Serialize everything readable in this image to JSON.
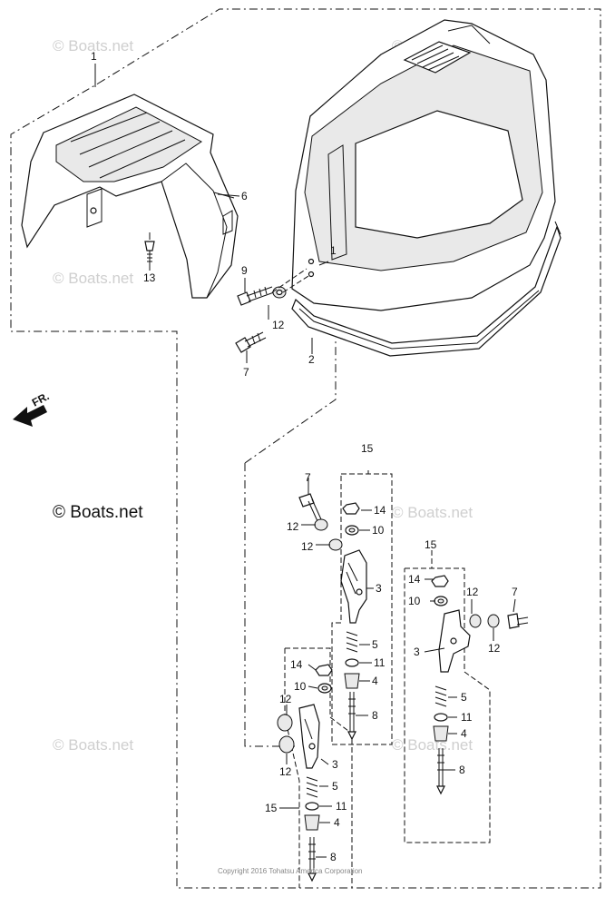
{
  "watermark": {
    "text": "© Boats.net"
  },
  "brand_watermark": {
    "text": "© Boats.net"
  },
  "direction_marker": {
    "text": "FR."
  },
  "copyright": {
    "text": "Copyright 2016 Tohatsu America Corporation"
  },
  "callouts": {
    "c1_top": "1",
    "c6": "6",
    "c13": "13",
    "c9": "9",
    "c1_side": "1",
    "c12_upper": "12",
    "c7_upper": "7",
    "c2": "2",
    "c15_center": "15",
    "c7_center": "7",
    "c14_center": "14",
    "c12_center_a": "12",
    "c10_center": "10",
    "c12_center_b": "12",
    "c3_center": "3",
    "c5_center": "5",
    "c11_center": "11",
    "c4_center": "4",
    "c8_center": "8",
    "c15_right": "15",
    "c14_right": "14",
    "c10_right": "10",
    "c12_right_a": "12",
    "c7_right": "7",
    "c12_right_b": "12",
    "c3_right": "3",
    "c5_right": "5",
    "c11_right": "11",
    "c4_right": "4",
    "c8_right": "8",
    "c14_left": "14",
    "c10_left": "10",
    "c12_left_a": "12",
    "c12_left_b": "12",
    "c3_left": "3",
    "c5_left": "5",
    "c15_left": "15",
    "c11_left": "11",
    "c4_left": "4",
    "c8_left": "8"
  }
}
